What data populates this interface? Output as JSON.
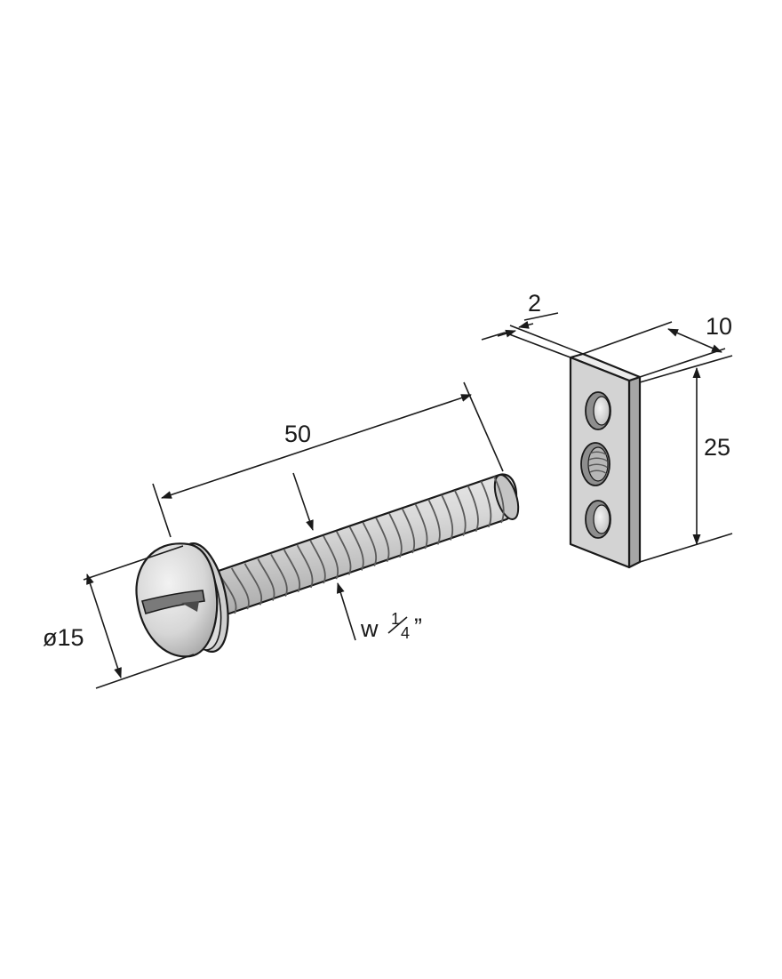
{
  "dimensions": {
    "bolt_length": "50",
    "head_diameter": "ø15",
    "thread": "w",
    "thread_fraction_num": "1",
    "thread_fraction_den": "4",
    "thread_inch_mark": "”",
    "plate_thickness": "2",
    "plate_width": "10",
    "plate_height": "25"
  },
  "colors": {
    "line": "#1a1a1a",
    "metal_light": "#e6e6e6",
    "metal_mid": "#c9c9c9",
    "metal_dark": "#9a9a9a",
    "background": "#ffffff"
  },
  "icons": [
    "bolt-icon",
    "nut-plate-icon"
  ]
}
